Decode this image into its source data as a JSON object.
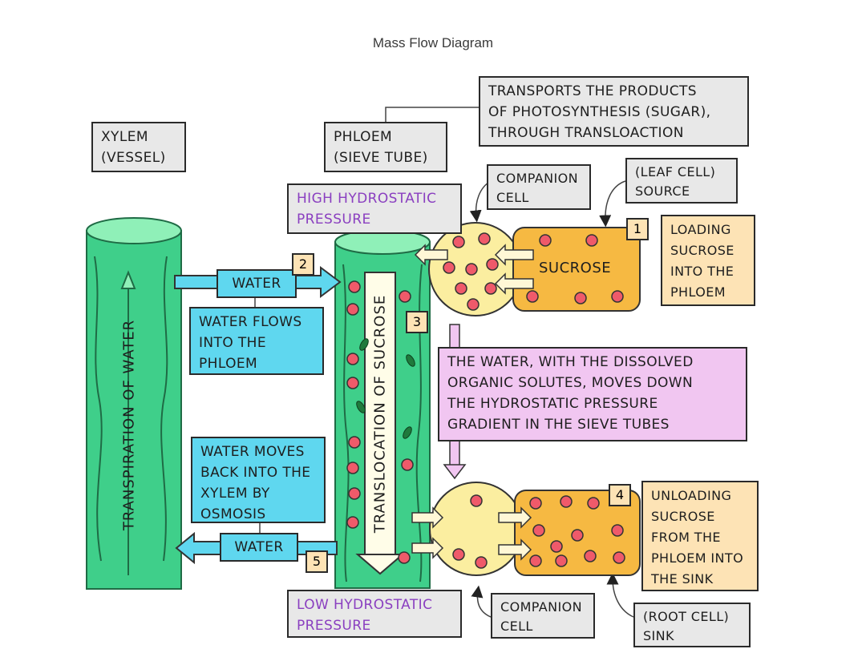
{
  "title": "Mass Flow Diagram",
  "labels": {
    "transports": "TRANSPORTS THE PRODUCTS\nOF PHOTOSYNTHESIS (SUGAR),\nTHROUGH TRANSLOACTION",
    "xylem": "XYLEM\n(VESSEL)",
    "phloem": "PHLOEM\n(SIEVE TUBE)",
    "companion_top": "COMPANION\nCELL",
    "leaf_source": "(LEAF CELL)\nSOURCE",
    "high_pressure": "HIGH HYDROSTATIC\nPRESSURE",
    "loading": "LOADING\nSUCROSE\nINTO THE\nPHLOEM",
    "sucrose": "SUCROSE",
    "water_top": "WATER",
    "water_flows": "WATER FLOWS\nINTO THE\nPHLOEM",
    "dissolved": "THE WATER, WITH THE DISSOLVED\nORGANIC SOLUTES, MOVES DOWN\nTHE HYDROSTATIC PRESSURE\nGRADIENT IN THE SIEVE TUBES",
    "water_moves_back": "WATER MOVES\nBACK INTO THE\nXYLEM BY\nOSMOSIS",
    "water_bottom": "WATER",
    "unloading": "UNLOADING\nSUCROSE\nFROM THE\nPHLOEM INTO\nTHE SINK",
    "low_pressure": "LOW HYDROSTATIC\nPRESSURE",
    "companion_bottom": "COMPANION\nCELL",
    "root_sink": "(ROOT CELL)\nSINK",
    "transpiration": "TRANSPIRATION OF WATER",
    "translocation": "TRANSLOCATION OF SUCROSE"
  },
  "steps": [
    "1",
    "2",
    "3",
    "4",
    "5"
  ],
  "colors": {
    "vessel_green": "#3fcf8a",
    "vessel_top": "#8ff0b8",
    "cyan": "#5fd7ef",
    "cell_yellow": "#fbeea0",
    "sink_orange": "#f6b942",
    "violet": "#f1c6f1",
    "sucrose_red": "#ef5a6a"
  }
}
